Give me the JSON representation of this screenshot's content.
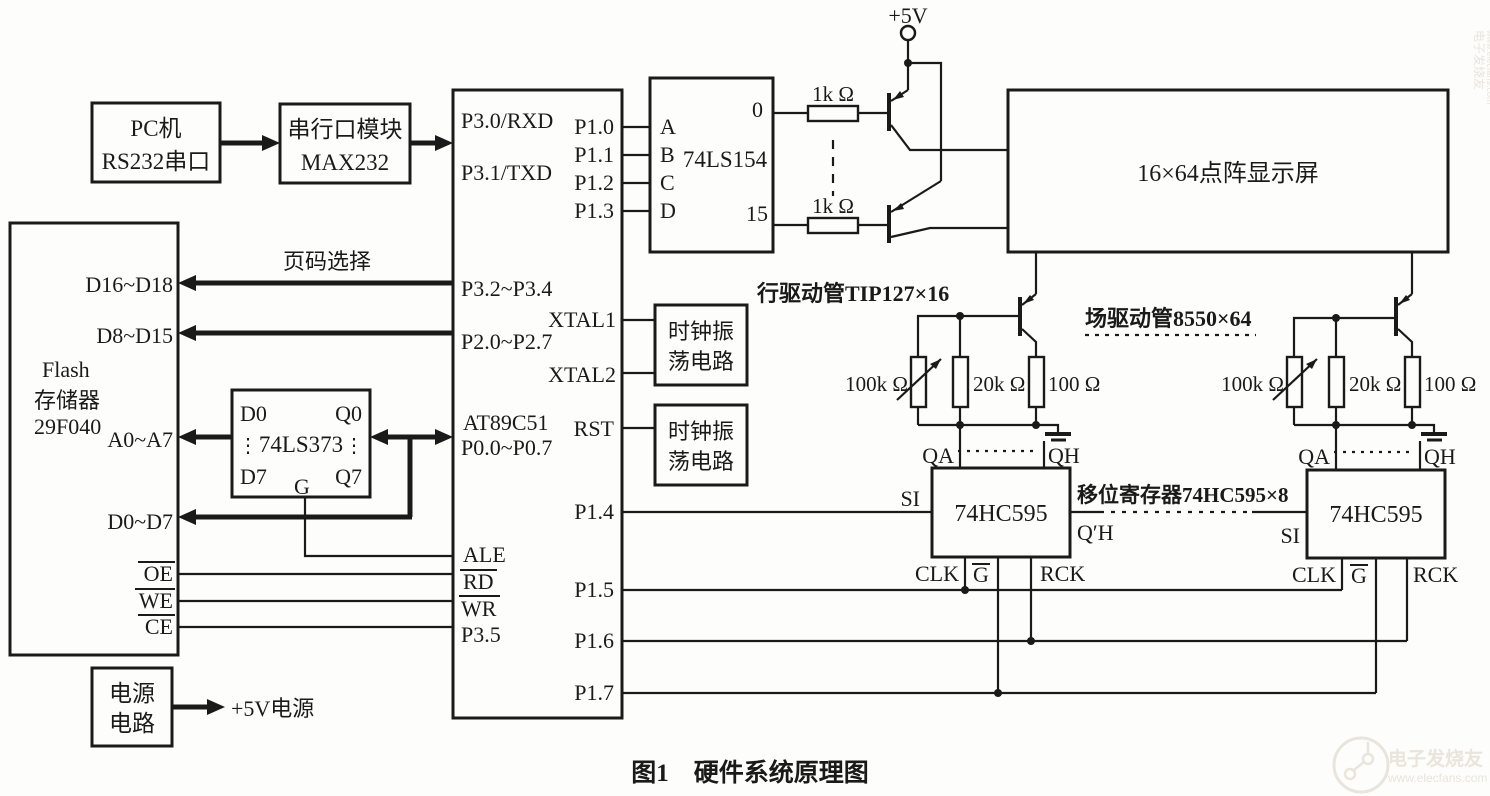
{
  "caption": "图1　硬件系统原理图",
  "pc_box": {
    "line1": "PC机",
    "line2": "RS232串口"
  },
  "serial_box": {
    "line1": "串行口模块",
    "line2": "MAX232"
  },
  "flash_box": {
    "title1": "Flash",
    "title2": "存储器",
    "title3": "29F040",
    "pin_d16": "D16~D18",
    "pin_d8": "D8~D15",
    "pin_a0": "A0~A7",
    "pin_d0": "D0~D7",
    "pin_oe": "OE",
    "pin_we": "WE",
    "pin_ce": "CE"
  },
  "page_select_label": "页码选择",
  "mcu_box": {
    "pin_p30": "P3.0/RXD",
    "pin_p31": "P3.1/TXD",
    "pin_p32": "P3.2~P3.4",
    "pin_p20": "P2.0~P2.7",
    "name": "AT89C51",
    "pin_p00": "P0.0~P0.7",
    "pin_ale": "ALE",
    "pin_rd": "RD",
    "pin_wr": "WR",
    "pin_p35": "P3.5",
    "pin_p10": "P1.0",
    "pin_p11": "P1.1",
    "pin_p12": "P1.2",
    "pin_p13": "P1.3",
    "pin_xtal1": "XTAL1",
    "pin_xtal2": "XTAL2",
    "pin_rst": "RST",
    "pin_p14": "P1.4",
    "pin_p15": "P1.5",
    "pin_p16": "P1.6",
    "pin_p17": "P1.7"
  },
  "latch_box": {
    "name": "74LS373",
    "pin_d0": "D0",
    "pin_q0": "Q0",
    "pin_d7": "D7",
    "pin_q7": "Q7",
    "pin_g": "G",
    "dots_left": "⋮",
    "dots_right": "⋮"
  },
  "decoder_box": {
    "name": "74LS154",
    "pin_a": "A",
    "pin_b": "B",
    "pin_c": "C",
    "pin_d": "D",
    "out_0": "0",
    "out_15": "15"
  },
  "clock_box1": {
    "line1": "时钟振",
    "line2": "荡电路"
  },
  "clock_box2": {
    "line1": "时钟振",
    "line2": "荡电路"
  },
  "display_box": {
    "name": "16×64点阵显示屏"
  },
  "power_box": {
    "line1": "电源",
    "line2": "电路",
    "out_label": "+5V电源"
  },
  "vcc_label": "+5V",
  "row_driver_label": "行驱动管TIP127×16",
  "col_driver_label": "场驱动管8550×64",
  "shift_reg_label": "移位寄存器74HC595×8",
  "qprime_label": "Q′H",
  "resistors": {
    "r1": "1k Ω",
    "r2": "1k Ω",
    "left_100k": "100k Ω",
    "left_20k": "20k Ω",
    "left_100": "100 Ω",
    "right_100k": "100k Ω",
    "right_20k": "20k Ω",
    "right_100": "100 Ω"
  },
  "sr_left": {
    "name": "74HC595",
    "pin_qa": "QA",
    "pin_qh": "QH",
    "pin_si": "SI",
    "pin_clk": "CLK",
    "pin_g": "G",
    "pin_rck": "RCK"
  },
  "sr_right": {
    "name": "74HC595",
    "pin_qa": "QA",
    "pin_qh": "QH",
    "pin_si": "SI",
    "pin_clk": "CLK",
    "pin_g": "G",
    "pin_rck": "RCK"
  },
  "watermark": {
    "brand": "电子发烧友",
    "site": "www.elecfans.com"
  },
  "colors": {
    "ink": "#1a1a1a",
    "bg": "#fdfdfb"
  }
}
